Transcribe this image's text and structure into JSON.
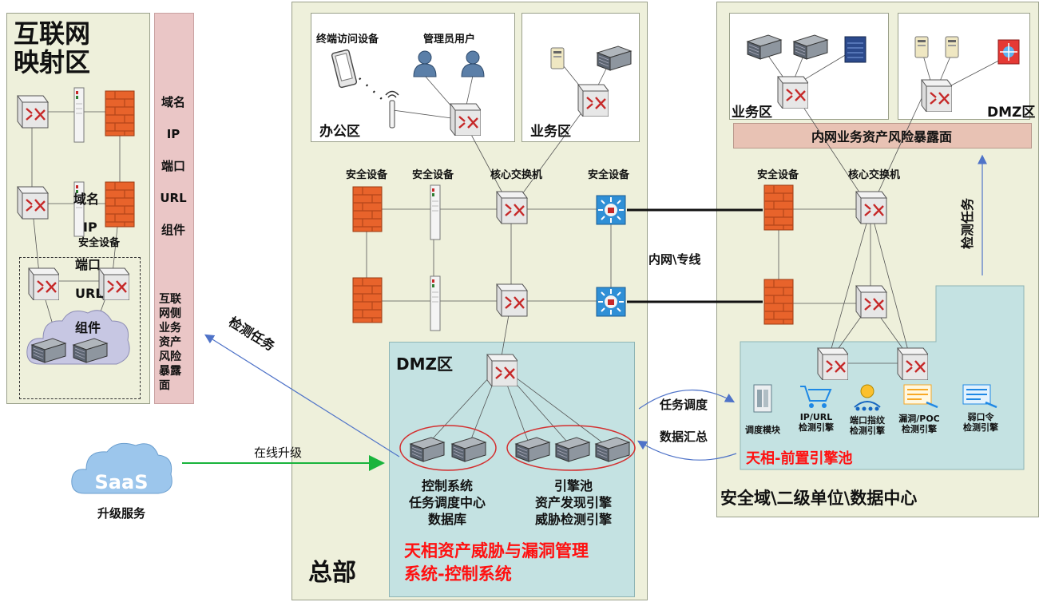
{
  "left": {
    "title_line1": "互联网",
    "title_line2": "映射区",
    "label_domain": "域名",
    "label_ip": "IP",
    "label_security": "安全设备",
    "label_port": "端口",
    "label_url": "URL",
    "label_component": "组件"
  },
  "pink_column": {
    "items": [
      "域名",
      "IP",
      "端口",
      "URL",
      "组件"
    ],
    "bottom_text": [
      "互联",
      "网侧",
      "业务",
      "资产",
      "风险",
      "暴露",
      "面"
    ]
  },
  "saas": {
    "badge": "SaaS",
    "label": "升级服务"
  },
  "arrows": {
    "detect_task_left": "检测任务",
    "online_upgrade": "在线升级",
    "intranet_line": "内网\\专线",
    "task_dispatch": "任务调度",
    "data_summary": "数据汇总",
    "detect_task_right": "检测任务"
  },
  "hq": {
    "office_terminal": "终端访问设备",
    "office_admin": "管理员用户",
    "office_zone": "办公区",
    "biz_zone": "业务区",
    "security_device_1": "安全设备",
    "security_device_2": "安全设备",
    "core_switch": "核心交换机",
    "security_device_3": "安全设备",
    "dmz_title": "DMZ区",
    "control_lines": [
      "控制系统",
      "任务调度中心",
      "数据库"
    ],
    "engine_lines": [
      "引擎池",
      "资产发现引擎",
      "威胁检测引擎"
    ],
    "red_title_line1": "天相资产威胁与漏洞管理",
    "red_title_line2": "系统-控制系统",
    "hq_label": "总部"
  },
  "right": {
    "biz_zone": "业务区",
    "dmz_zone": "DMZ区",
    "exposure_bar": "内网业务资产风险暴露面",
    "security_device": "安全设备",
    "core_switch": "核心交换机",
    "modules": [
      {
        "line1": "调度模块",
        "line2": ""
      },
      {
        "line1": "IP/URL",
        "line2": "检测引擎"
      },
      {
        "line1": "端口指纹",
        "line2": "检测引擎"
      },
      {
        "line1": "漏洞/POC",
        "line2": "检测引擎"
      },
      {
        "line1": "弱口令",
        "line2": "检测引擎"
      }
    ],
    "engine_pool_title": "天相-前置引擎池",
    "footer": "安全域\\二级单位\\数据中心"
  }
}
